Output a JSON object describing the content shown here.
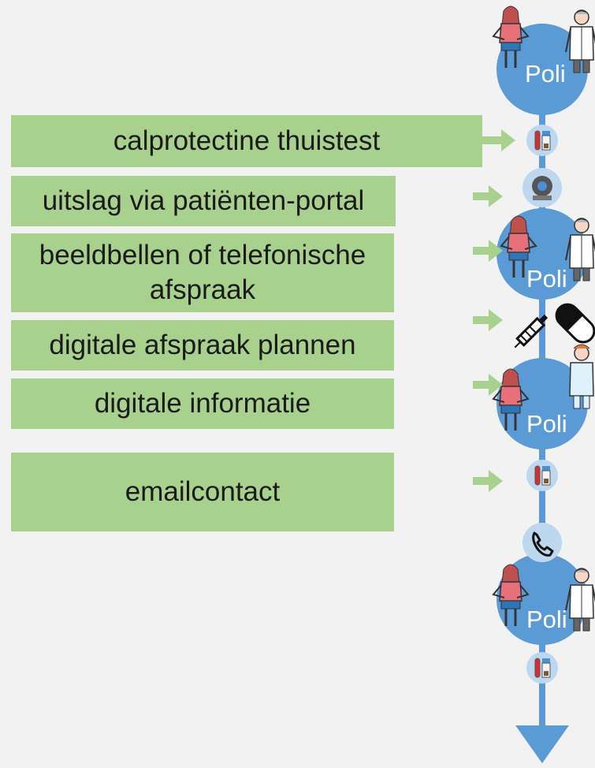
{
  "boxes": [
    {
      "label": "calprotectine thuistest"
    },
    {
      "label": "uitslag via patiënten-portal"
    },
    {
      "label": "beeldbellen of telefonische afspraak"
    },
    {
      "label": "digitale afspraak plannen"
    },
    {
      "label": "digitale informatie"
    },
    {
      "label": "emailcontact"
    }
  ],
  "poli_labels": [
    "Poli",
    "Poli",
    "Poli",
    "Poli"
  ],
  "colors": {
    "box_fill": "#a9d18e",
    "arrow_fill": "#a9d18e",
    "timeline": "#5b9bd5",
    "small_node": "#bdd7ee",
    "background": "#f2f2f2"
  },
  "icons": [
    "patient-figure-icon",
    "doctor-figure-icon",
    "test-tubes-icon",
    "mri-scanner-icon",
    "syringe-icon",
    "pill-icon",
    "nurse-figure-icon",
    "telephone-icon",
    "arrow-down-icon"
  ]
}
